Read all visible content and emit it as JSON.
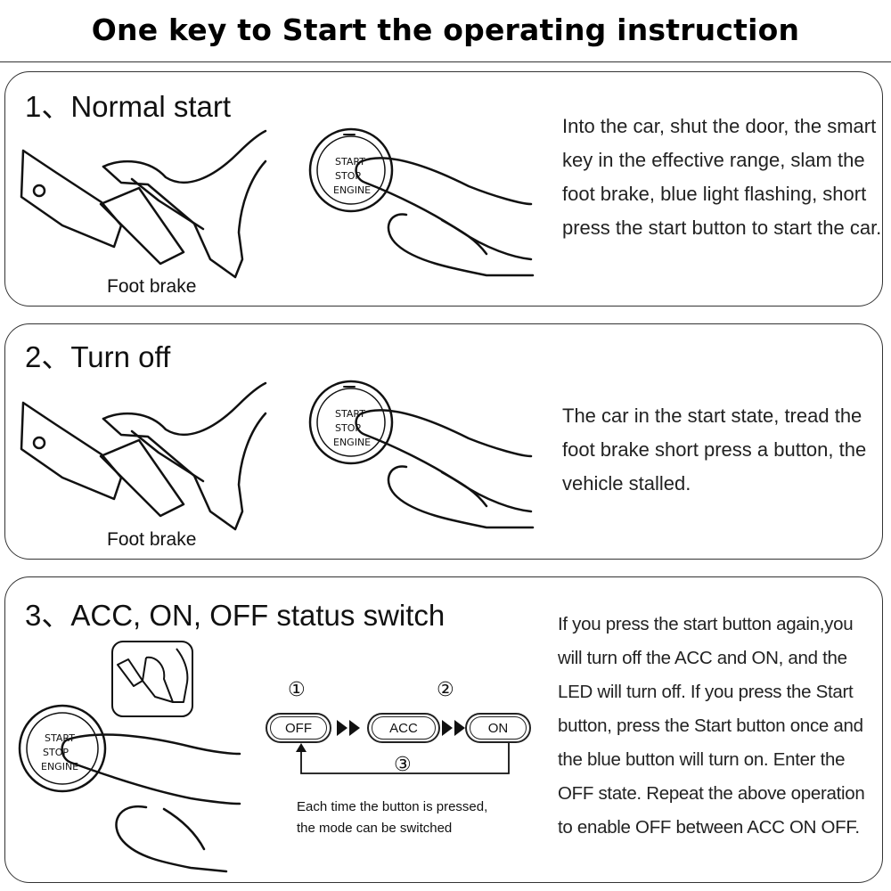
{
  "title": "One key to Start the operating instruction",
  "sections": [
    {
      "heading": "1、Normal start",
      "caption": "Foot brake",
      "description": "Into the car, shut the door, the smart key in the effective range, slam the foot brake, blue light flashing, short press the start button to start the car."
    },
    {
      "heading": "2、Turn off",
      "caption": "Foot brake",
      "description": "The car in the start state, tread the foot brake short press a button, the vehicle stalled."
    },
    {
      "heading": "3、ACC, ON, OFF status switch",
      "description": "If you press the start button again,you will turn off the ACC and ON, and the LED will turn off. If you press the Start button, press the Start button once and the blue button will turn on. Enter the OFF state. Repeat the above operation to enable OFF between ACC ON OFF.",
      "diagram": {
        "step1": "①",
        "step2": "②",
        "step3": "③",
        "off_label": "OFF",
        "acc_label": "ACC",
        "on_label": "ON",
        "note_line1": "Each time the button is pressed,",
        "note_line2": "the mode can be switched"
      }
    }
  ],
  "button_text": {
    "line1": "START",
    "line2": "STOP",
    "line3": "ENGINE"
  }
}
